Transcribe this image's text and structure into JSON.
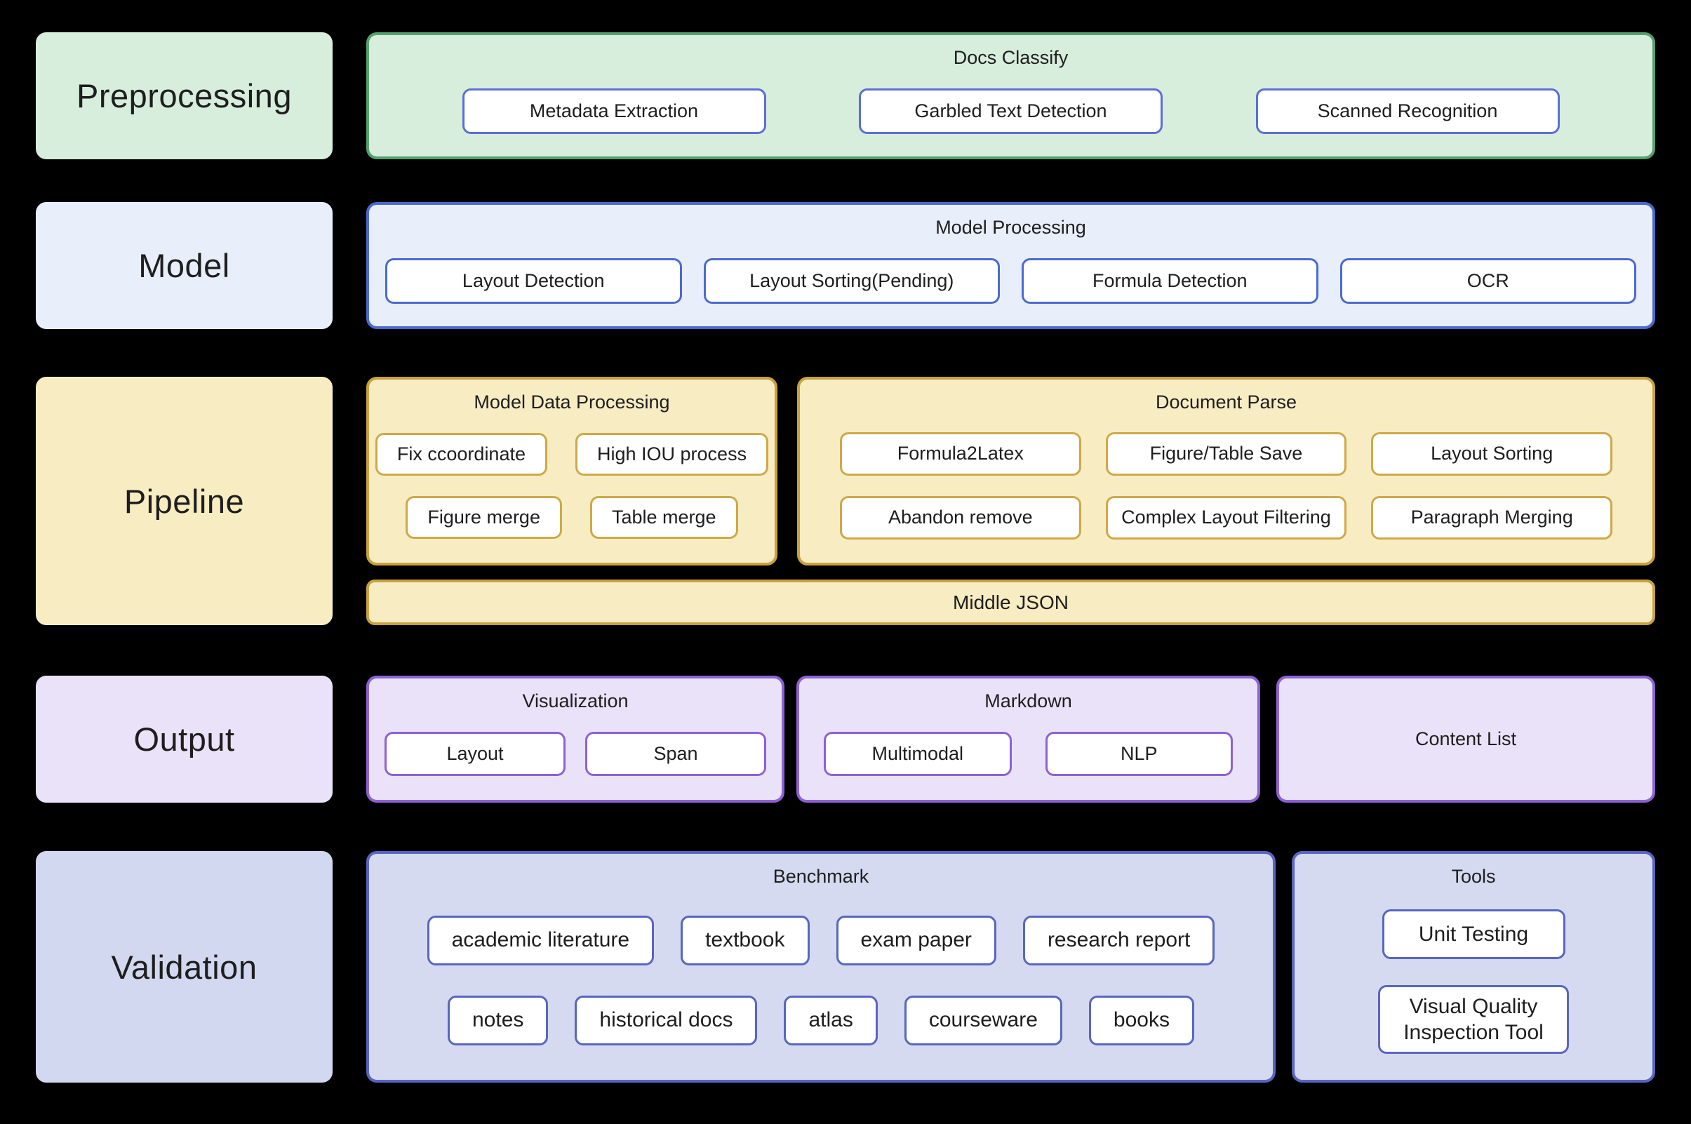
{
  "palette": {
    "background": "#000000",
    "text": "#1e1e1e",
    "node_fill": "#ffffff",
    "green_fill": "#d7eedd",
    "green_border": "#56a06e",
    "blue_fill": "#e9eefb",
    "blue_border": "#4a6ad0",
    "indigo_node_border": "#5d6fd6",
    "yellow_fill": "#f8ecc3",
    "yellow_border": "#c8a23e",
    "gold_node_border": "#cfa947",
    "purple_fill": "#eae2f8",
    "purple_border": "#8d62d4",
    "periwinkle_fill": "#d5daf1",
    "periwinkle_border": "#5866c1"
  },
  "rows": {
    "preprocessing": {
      "label": "Preprocessing",
      "docs_classify": {
        "title": "Docs Classify",
        "items": [
          "Metadata Extraction",
          "Garbled Text Detection",
          "Scanned Recognition"
        ]
      }
    },
    "model": {
      "label": "Model",
      "model_processing": {
        "title": "Model Processing",
        "items": [
          "Layout Detection",
          "Layout Sorting(Pending)",
          "Formula Detection",
          "OCR"
        ]
      }
    },
    "pipeline": {
      "label": "Pipeline",
      "model_data_processing": {
        "title": "Model Data Processing",
        "row1": [
          "Fix ccoordinate",
          "High IOU process"
        ],
        "row2": [
          "Figure merge",
          "Table merge"
        ]
      },
      "document_parse": {
        "title": "Document Parse",
        "row1": [
          "Formula2Latex",
          "Figure/Table Save",
          "Layout Sorting"
        ],
        "row2": [
          "Abandon remove",
          "Complex Layout Filtering",
          "Paragraph Merging"
        ]
      },
      "middle_json": "Middle JSON"
    },
    "output": {
      "label": "Output",
      "visualization": {
        "title": "Visualization",
        "items": [
          "Layout",
          "Span"
        ]
      },
      "markdown": {
        "title": "Markdown",
        "items": [
          "Multimodal",
          "NLP"
        ]
      },
      "content_list": {
        "title": "Content List"
      }
    },
    "validation": {
      "label": "Validation",
      "benchmark": {
        "title": "Benchmark",
        "row1": [
          "academic literature",
          "textbook",
          "exam paper",
          "research report"
        ],
        "row2": [
          "notes",
          "historical docs",
          "atlas",
          "courseware",
          "books"
        ]
      },
      "tools": {
        "title": "Tools",
        "items": [
          "Unit Testing",
          "Visual Quality Inspection Tool"
        ]
      }
    }
  }
}
